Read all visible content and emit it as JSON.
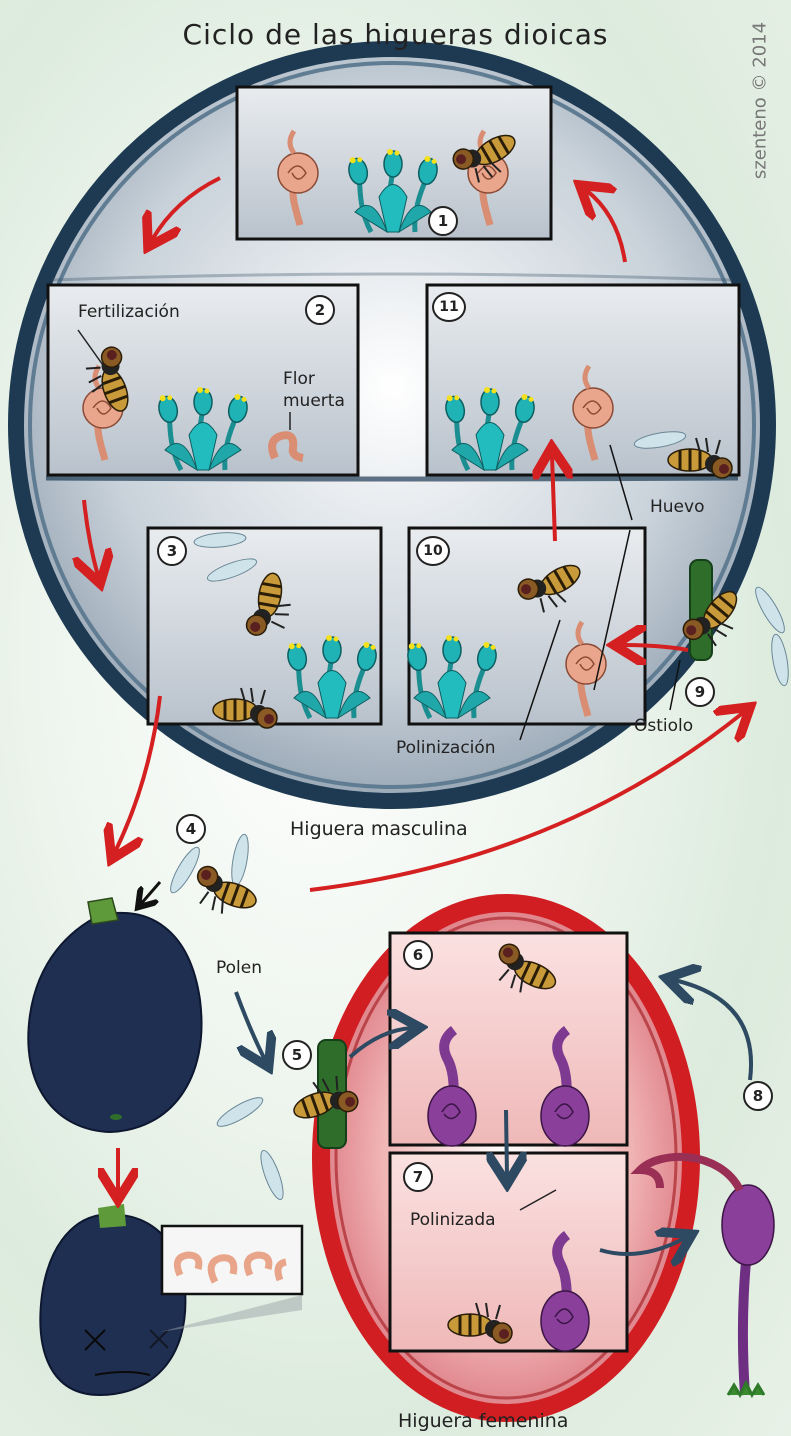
{
  "title": "Ciclo de las higueras dioicas",
  "credit": "szenteno © 2014",
  "steps": [
    "1",
    "2",
    "3",
    "4",
    "5",
    "6",
    "7",
    "8",
    "9",
    "10",
    "11"
  ],
  "labels": {
    "fertilizacion": "Fertilización",
    "flor_muerta": "Flor muerta",
    "huevo": "Huevo",
    "polinizacion": "Polinización",
    "ostiolo": "Ostiolo",
    "higuera_masculina": "Higuera masculina",
    "polen": "Polen",
    "polinizada": "Polinizada",
    "higuera_femenina": "Higuera femenina"
  },
  "colors": {
    "arrow_red": "#d42020",
    "arrow_blue": "#2d4a62",
    "male_rim": "#1d3a52",
    "female_rim": "#d01e22",
    "fig_dark": "#1f2f52",
    "flower_male": "#1fb3b5",
    "flower_female": "#8a3f9a",
    "flower_pink": "#e8a58a",
    "wasp": "#7a5a1a",
    "pollen": "#f4e01c"
  }
}
